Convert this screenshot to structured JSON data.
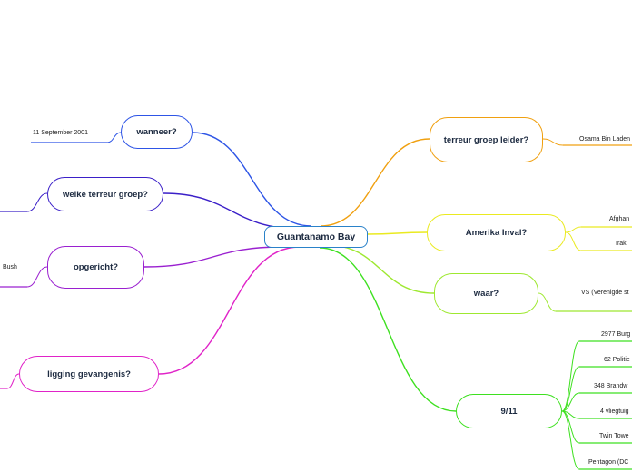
{
  "center": {
    "label": "Guantanamo Bay",
    "color": "#2a82c9"
  },
  "branches": [
    {
      "id": "wanneer",
      "label": "wanneer?",
      "color": "#2e55e6",
      "leaves": [
        "11 September 2001"
      ]
    },
    {
      "id": "terreur-groep",
      "label": "welke terreur groep?",
      "color": "#3b20c8",
      "leaves": [
        ""
      ]
    },
    {
      "id": "opgericht",
      "label": "opgericht?",
      "color": "#9a20d0",
      "leaves": [
        "Bush"
      ]
    },
    {
      "id": "ligging",
      "label": "ligging gevangenis?",
      "color": "#e023c8",
      "leaves": [
        ""
      ]
    },
    {
      "id": "leider",
      "label": "terreur groep leider?",
      "color": "#f0a010",
      "leaves": [
        "Osama Bin Laden"
      ]
    },
    {
      "id": "inval",
      "label": "Amerika Inval?",
      "color": "#eaea20",
      "leaves": [
        "Afghan",
        "Irak"
      ]
    },
    {
      "id": "waar",
      "label": "waar?",
      "color": "#9ee830",
      "leaves": [
        "VS (Verenigde st"
      ]
    },
    {
      "id": "nine-eleven",
      "label": "9/11",
      "color": "#3ee020",
      "leaves": [
        "2977 Burg",
        "62 Politie",
        "348 Brandw",
        "4 vliegtuig",
        "Twin Towe",
        "Pentagon (DC"
      ]
    }
  ]
}
